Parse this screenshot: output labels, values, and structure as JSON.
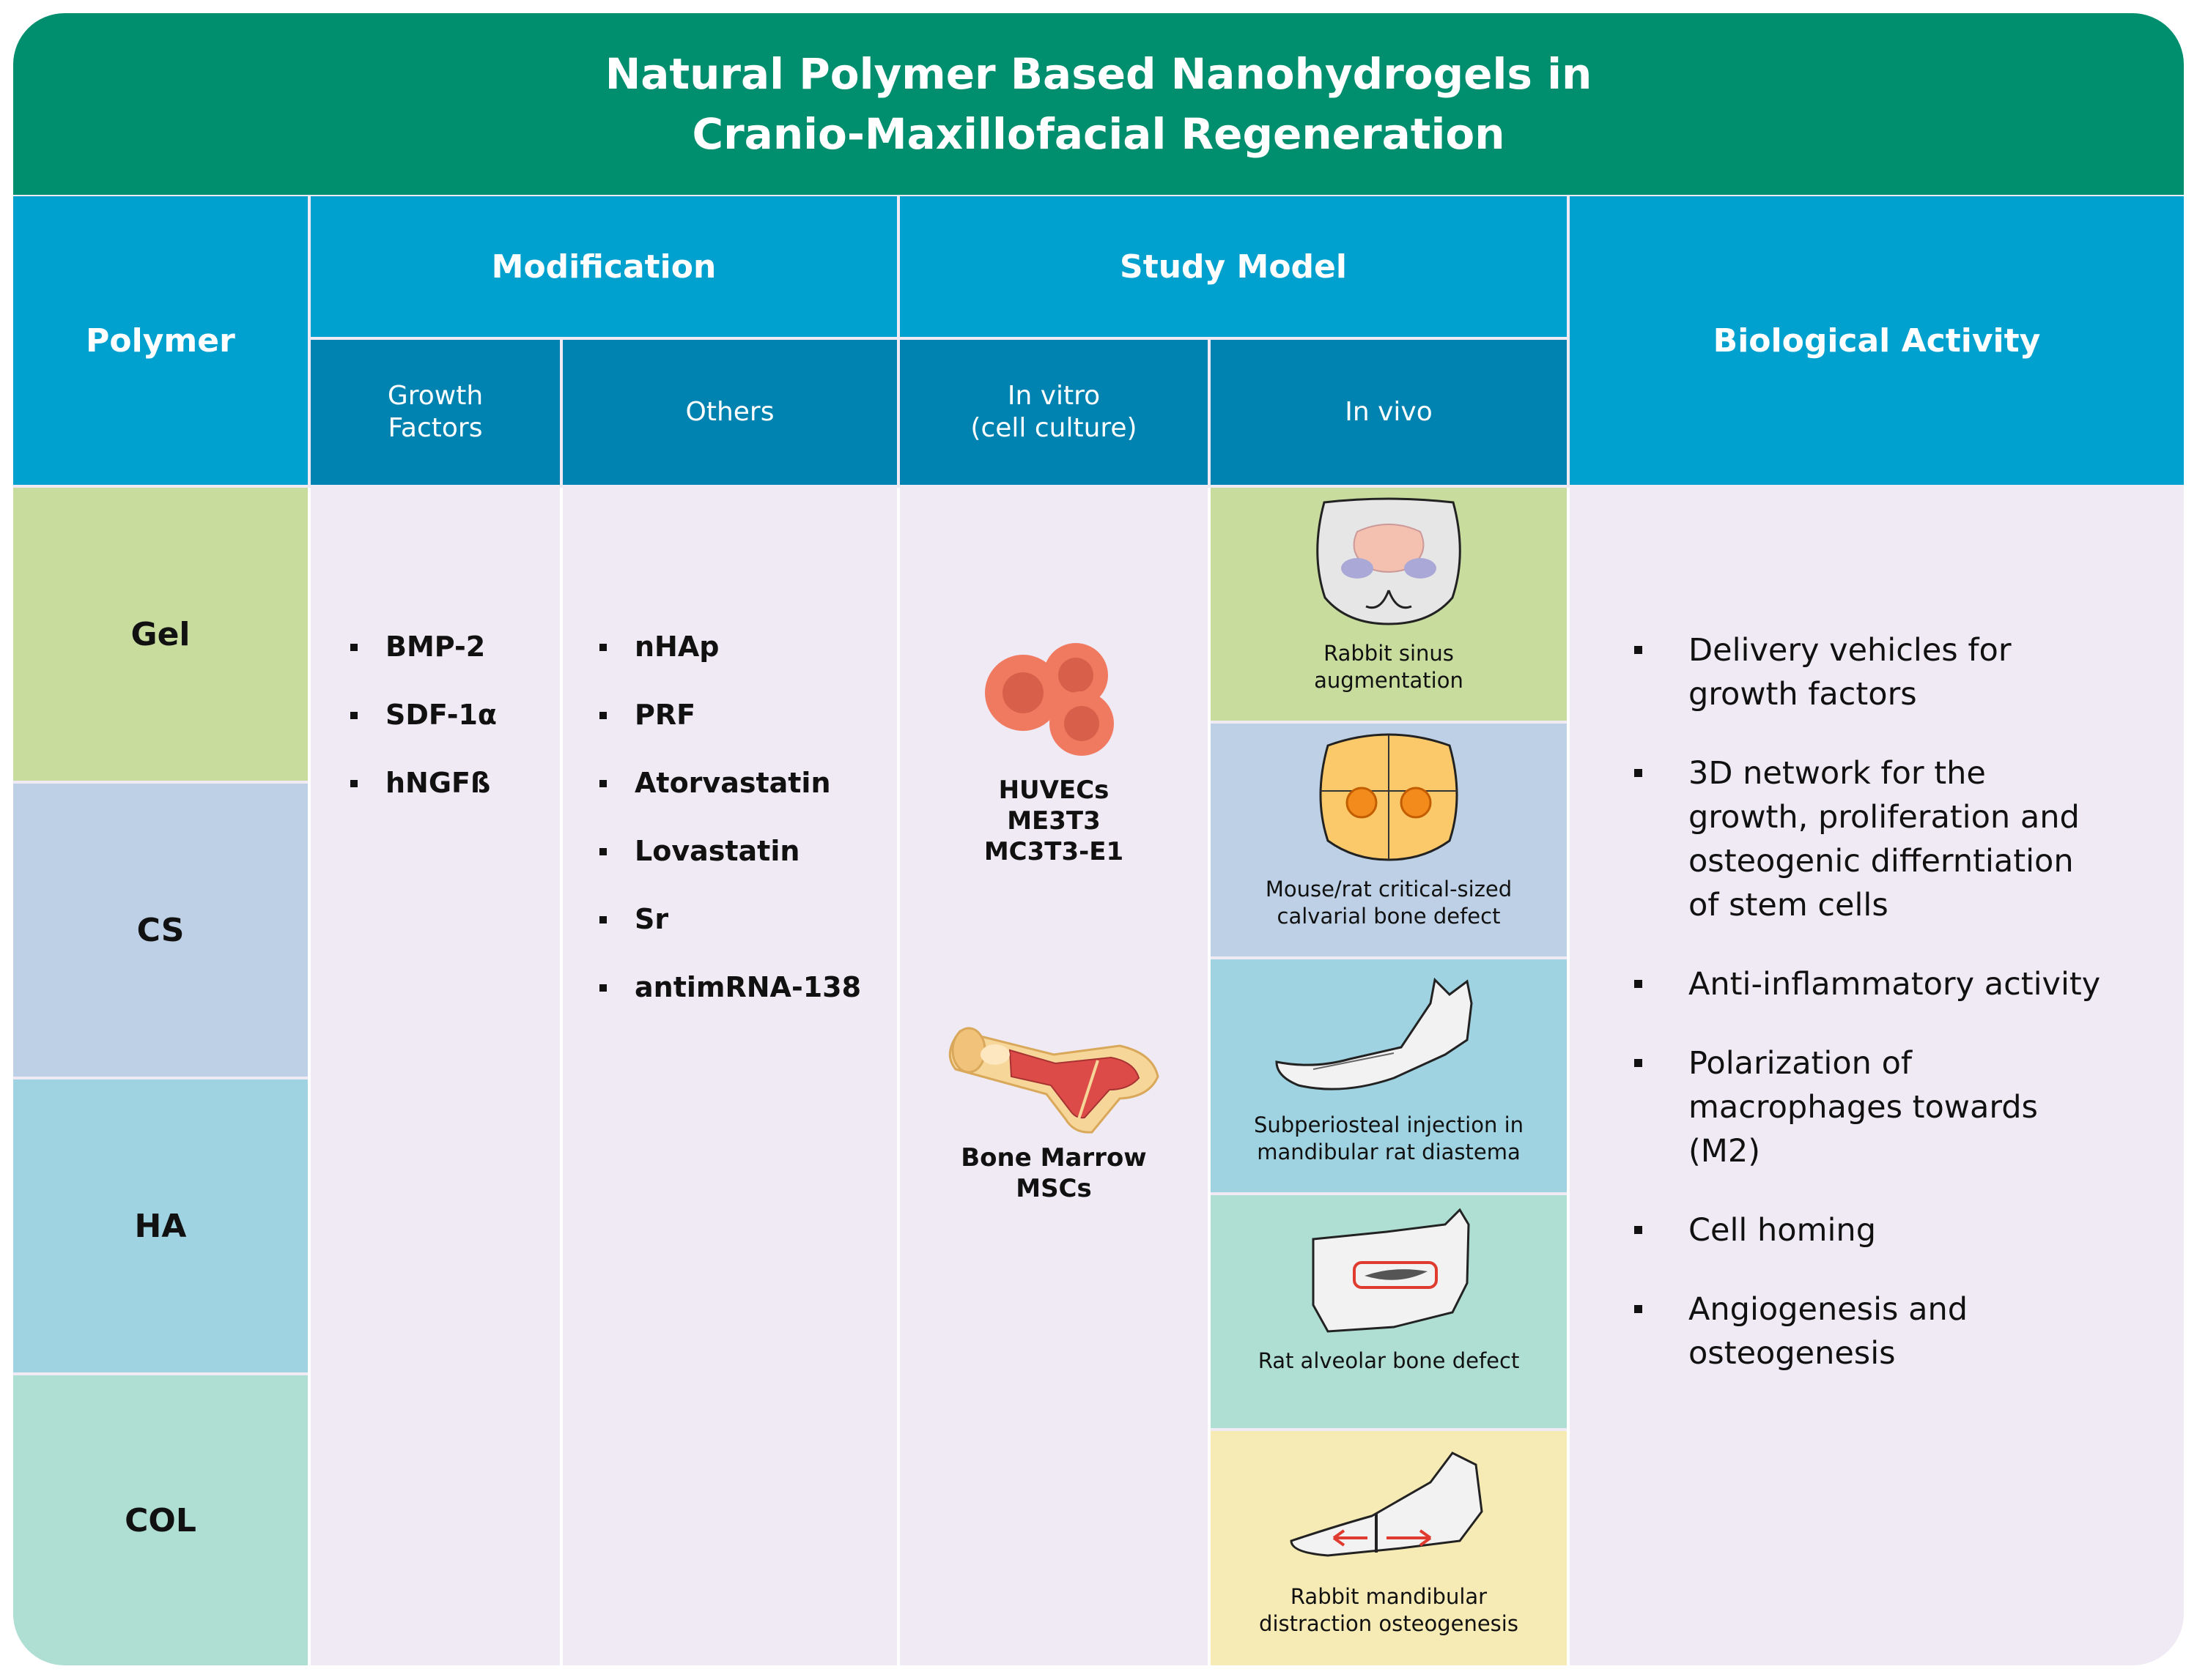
{
  "title": {
    "line1": "Natural Polymer Based Nanohydrogels in",
    "line2": "Cranio-Maxillofacial Regeneration"
  },
  "headers": {
    "polymer": "Polymer",
    "modification": "Modification",
    "study_model": "Study Model",
    "biological_activity": "Biological Activity",
    "growth_factors_l1": "Growth",
    "growth_factors_l2": "Factors",
    "others": "Others",
    "in_vitro_l1": "In vitro",
    "in_vitro_l2": "(cell culture)",
    "in_vivo": "In vivo"
  },
  "polymers": [
    {
      "label": "Gel",
      "color": "#c8dc9e"
    },
    {
      "label": "CS",
      "color": "#bdd0e5"
    },
    {
      "label": "HA",
      "color": "#a0d3e1"
    },
    {
      "label": "COL",
      "color": "#aedfd2"
    }
  ],
  "growth_factors": [
    "BMP-2",
    "SDF-1α",
    "hNGFß"
  ],
  "others": [
    "nHAp",
    "PRF",
    "Atorvastatin",
    "Lovastatin",
    "Sr",
    "antimRNA-138"
  ],
  "in_vitro": {
    "group1": [
      "HUVECs",
      "ME3T3",
      "MC3T3-E1"
    ],
    "group2": [
      "Bone Marrow",
      "MSCs"
    ]
  },
  "in_vivo": [
    {
      "icon": "rabbit-skull-icon",
      "caption_l1": "Rabbit sinus",
      "caption_l2": "augmentation",
      "color": "#c8dc9e"
    },
    {
      "icon": "calvaria-skull-icon",
      "caption_l1": "Mouse/rat critical-sized",
      "caption_l2": "calvarial bone defect",
      "color": "#bdd0e5"
    },
    {
      "icon": "mandible-icon",
      "caption_l1": "Subperiosteal injection in",
      "caption_l2": "mandibular rat diastema",
      "color": "#a0d3e1"
    },
    {
      "icon": "alveolar-bone-icon",
      "caption_l1": "Rat alveolar bone defect",
      "caption_l2": "",
      "color": "#aedfd2"
    },
    {
      "icon": "rabbit-mandible-icon",
      "caption_l1": "Rabbit mandibular",
      "caption_l2": "distraction osteogenesis",
      "color": "#f7ebb5"
    }
  ],
  "biological_activity": [
    {
      "l1": "Delivery vehicles for",
      "l2": "growth factors",
      "l3": "",
      "l4": ""
    },
    {
      "l1": "3D network for the",
      "l2": "growth, proliferation and",
      "l3": "osteogenic differntiation",
      "l4": "of stem cells"
    },
    {
      "l1": "Anti-inflammatory activity",
      "l2": "",
      "l3": "",
      "l4": ""
    },
    {
      "l1": "Polarization of",
      "l2": "macrophages towards",
      "l3": "(M2)",
      "l4": ""
    },
    {
      "l1": "Cell homing",
      "l2": "",
      "l3": "",
      "l4": ""
    },
    {
      "l1": "Angiogenesis and",
      "l2": "osteogenesis",
      "l3": "",
      "l4": ""
    }
  ],
  "colors": {
    "title_band": "#008f6e",
    "header": "#00a0cf",
    "subheader": "#0083b1",
    "body": "#efeaf4",
    "cell_red": "#f07a60",
    "arrow_red": "#e03b2f"
  }
}
